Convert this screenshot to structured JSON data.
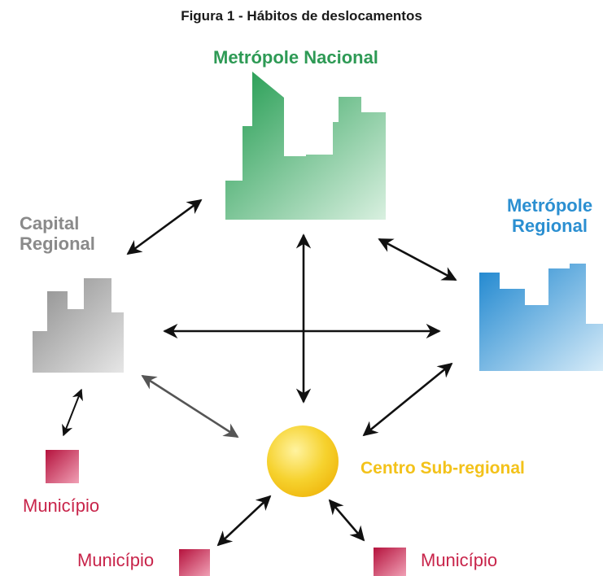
{
  "figure": {
    "title": "Figura 1 - Hábitos de deslocamentos"
  },
  "nodes": {
    "metropole_nacional": {
      "label": "Metrópole Nacional",
      "color": "#2e9a55"
    },
    "metropole_regional": {
      "label_line1": "Metrópole",
      "label_line2": "Regional",
      "color": "#2b8fd1"
    },
    "capital_regional": {
      "label_line1": "Capital",
      "label_line2": "Regional",
      "color": "#8a8a8a"
    },
    "centro_sub_regional": {
      "label": "Centro Sub-regional",
      "color": "#f3c21a"
    },
    "municipios": [
      {
        "label": "Município",
        "color": "#c8244a"
      },
      {
        "label": "Município",
        "color": "#c8244a"
      },
      {
        "label": "Município",
        "color": "#c8244a"
      }
    ]
  },
  "colors": {
    "title": "#1a1a1a",
    "arrow": "#111111",
    "arrow_gray": "#555555"
  }
}
